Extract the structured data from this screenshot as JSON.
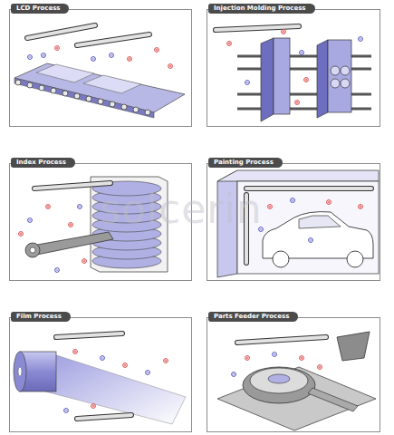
{
  "diagram": {
    "nodes": [
      {
        "text": [
          "LCD Process"
        ]
      },
      {
        "text": [
          "Injection Molding Process"
        ]
      },
      {
        "text": [
          "Index Process"
        ]
      },
      {
        "text": [
          "Painting Process"
        ]
      },
      {
        "text": [
          "Film Process"
        ]
      },
      {
        "text": [
          "Parts Feeder Process"
        ]
      }
    ],
    "labels": [
      "solcerin"
    ]
  }
}
